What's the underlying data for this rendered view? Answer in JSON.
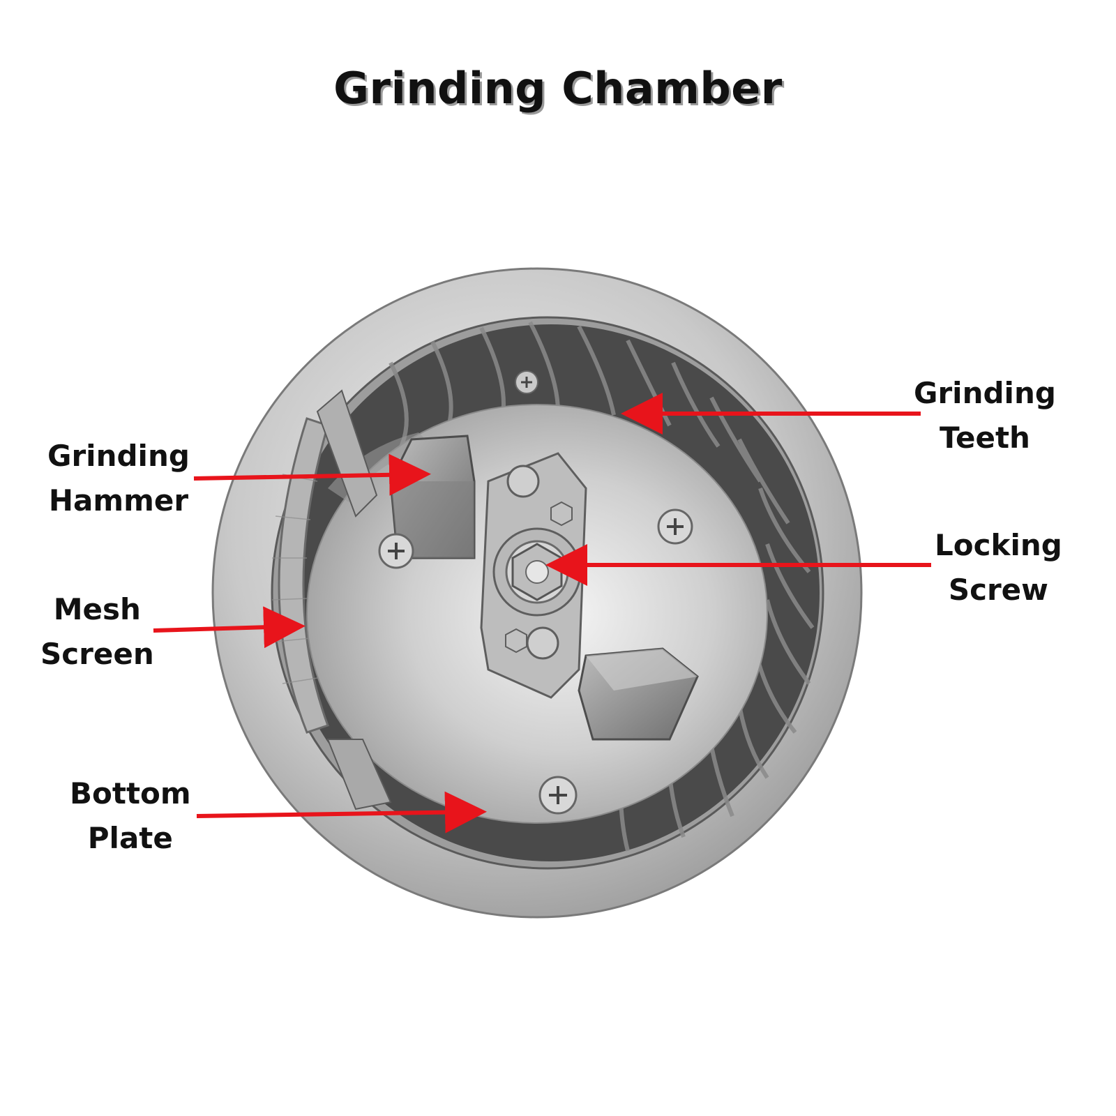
{
  "title": "Grinding Chamber",
  "labels": {
    "grinding_teeth": [
      "Grinding",
      "Teeth"
    ],
    "grinding_hammer": [
      "Grinding",
      "Hammer"
    ],
    "locking_screw": [
      "Locking",
      "Screw"
    ],
    "mesh_screen": [
      "Mesh",
      "Screen"
    ],
    "bottom_plate": [
      "Bottom",
      "Plate"
    ]
  },
  "colors": {
    "arrow": "#e8141b",
    "text": "#111111"
  }
}
